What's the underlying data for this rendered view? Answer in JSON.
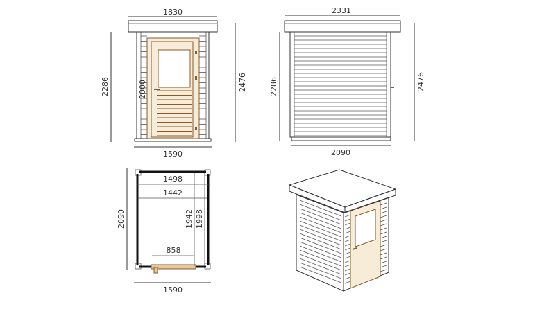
{
  "front_view": {
    "width_roof": "1830",
    "height_wall": "2286",
    "height_total": "2476",
    "door_height": "2000",
    "width_base": "1590"
  },
  "side_view": {
    "width_roof": "2331",
    "height_wall": "2286",
    "height_total": "2476",
    "depth_base": "2090"
  },
  "plan_view": {
    "inner_width_1": "1498",
    "inner_width_2": "1442",
    "inner_depth_1": "1942",
    "inner_depth_2": "1998",
    "door_width": "858",
    "depth": "2090",
    "width": "1590"
  },
  "colors": {
    "line": "#333333",
    "wood": "#f6ecd8",
    "door_frame": "#8a5a2b",
    "roof_top": "#fbf7d6"
  }
}
